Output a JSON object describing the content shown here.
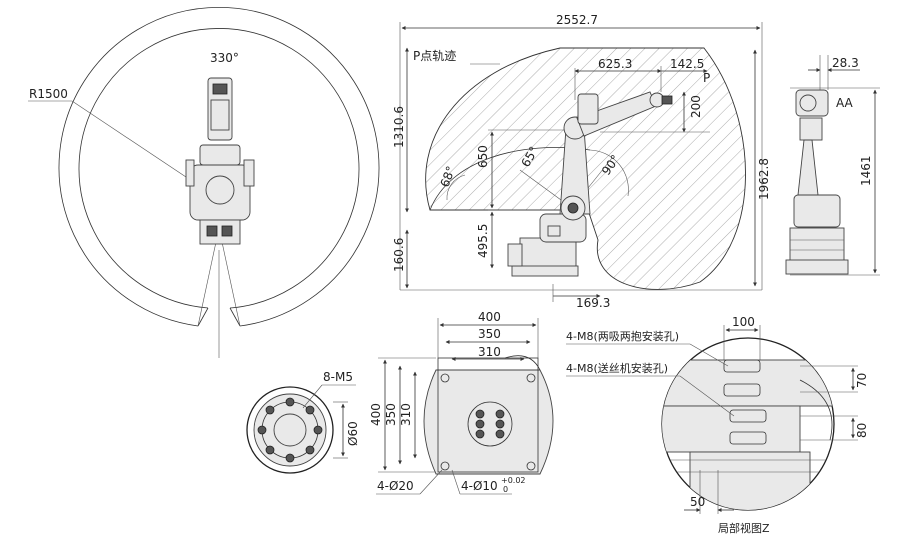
{
  "title": "",
  "colors": {
    "line": "#333333",
    "metal": "#e9e9e9",
    "hatch": "#888888"
  },
  "top_view": {
    "radius": "R1500",
    "angle": "330°"
  },
  "side_view": {
    "trajectory": "P点轨迹",
    "point": "P",
    "width_total": "2552.7",
    "forearm": "625.3",
    "wrist": "142.5",
    "wrist_drop": "200",
    "height_upper": "1310.6",
    "height_total": "1962.8",
    "height_base": "160.6",
    "shoulder": "495.5",
    "elbow": "650",
    "base_offset": "169.3",
    "angle_68": "68°",
    "angle_65": "65°",
    "angle_90": "90°"
  },
  "front_view": {
    "offset": "28.3",
    "flange_label": "AA",
    "height": "1461"
  },
  "flange": {
    "holes": "8-M5",
    "diameter": "Ø60"
  },
  "base_plate": {
    "w400": "400",
    "w350": "350",
    "w310": "310",
    "h400": "400",
    "h350": "350",
    "h310": "310",
    "holes": "4-Ø20",
    "pins": "4-Ø10",
    "tol_plus": "+0.02",
    "tol_zero": "0"
  },
  "detail": {
    "holes_a": "4-M8(两吸两抱安装孔)",
    "holes_b": "4-M8(送丝机安装孔)",
    "w100": "100",
    "h70": "70",
    "h80": "80",
    "w50": "50",
    "caption": "局部视图Z"
  }
}
